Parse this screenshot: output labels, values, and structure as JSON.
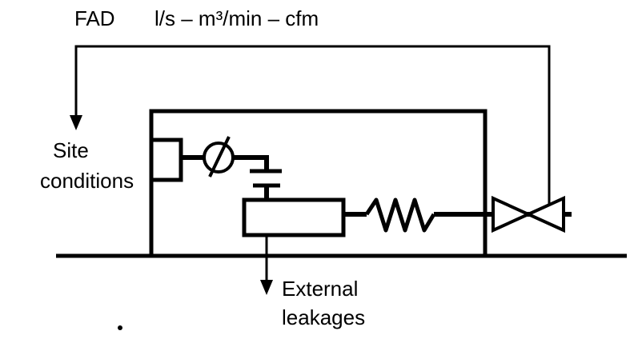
{
  "labels": {
    "fad": "FAD",
    "units": "l/s – m³/min – cfm",
    "site_line1": "Site",
    "site_line2": "conditions",
    "ext_line1": "External",
    "ext_line2": "leakages"
  }
}
